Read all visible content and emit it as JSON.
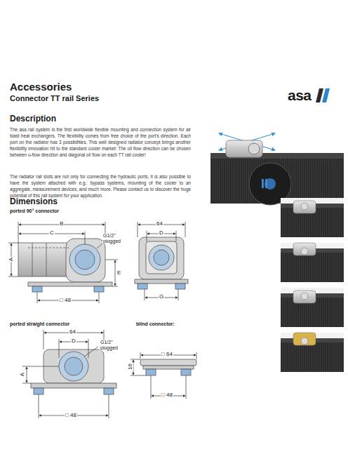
{
  "diagram": {
    "title": "Accessories",
    "labels": [
      "asa",
      "Connector TT rail Series",
      "Description",
      "The asa rail system is the first worldwide flexible mounting and connection system for air blast heat exchangers. The flexibility comes from free choice of the port’s direction. Each port on the radiator has 3 possibilities. This well designed radiator concept brings another flexibility innovation hit to the standard cooler market: The oil flow direction can be chosen between u-flow direction and diagonal oil flow on each TT rail cooler!",
      "The radiator rail slots are not only for connecting the hydraulic ports, it is also possible to have the system attached with e.g.: bypass systems, mounting of the cooler to an aggregate, measurement devices, and much more. Please contact us to discover the huge potential of this rail system for your application.",
      "Dimensions",
      "ported 90° connector",
      "B",
      "C",
      "G1/2\" plugged",
      "A",
      "E",
      "□ 48",
      "64",
      "D",
      "G",
      "ported straight connector",
      "blind connector:",
      "64",
      "D",
      "G1/2\" plugged",
      "A",
      "□ 48",
      "□ 64",
      "16",
      "□ 48"
    ]
  }
}
